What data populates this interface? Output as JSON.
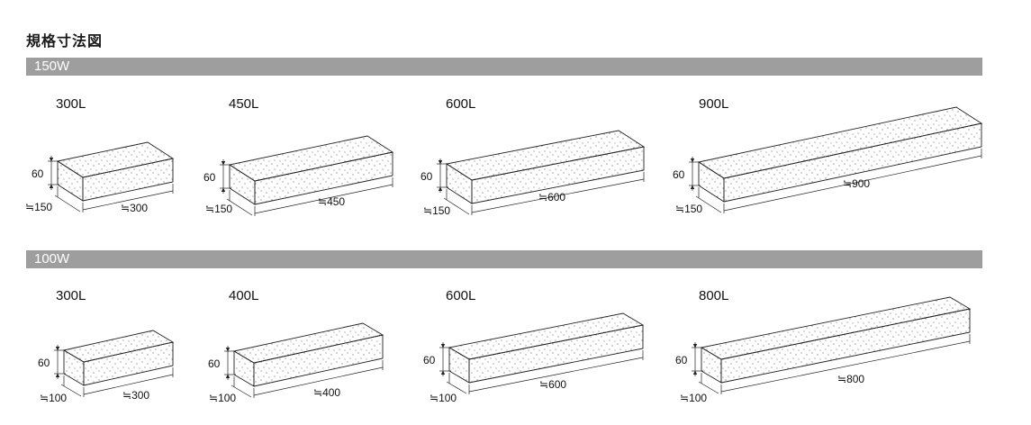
{
  "title": "規格寸法図",
  "groups": [
    {
      "label": "150W",
      "height_label": "60",
      "width_label": "≒150",
      "items": [
        {
          "name": "300L",
          "length_label": "≒300"
        },
        {
          "name": "450L",
          "length_label": "≒450"
        },
        {
          "name": "600L",
          "length_label": "≒600"
        },
        {
          "name": "900L",
          "length_label": "≒900"
        }
      ]
    },
    {
      "label": "100W",
      "height_label": "60",
      "width_label": "≒100",
      "items": [
        {
          "name": "300L",
          "length_label": "≒300"
        },
        {
          "name": "400L",
          "length_label": "≒400"
        },
        {
          "name": "600L",
          "length_label": "≒600"
        },
        {
          "name": "800L",
          "length_label": "≒800"
        }
      ]
    }
  ]
}
